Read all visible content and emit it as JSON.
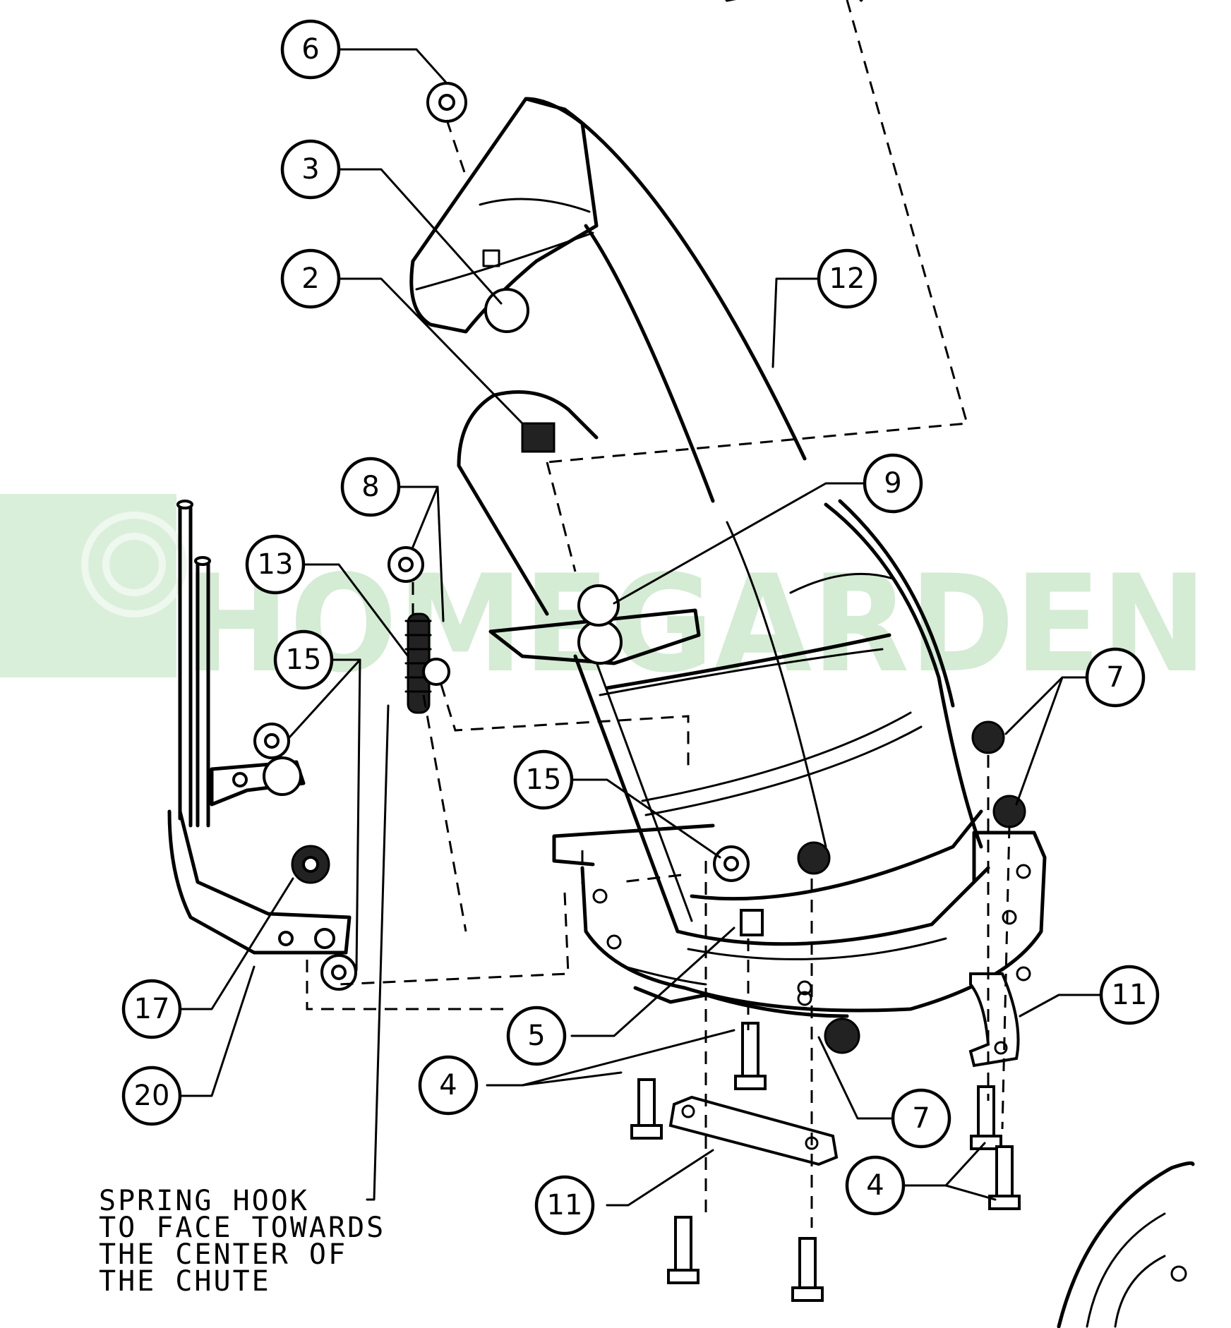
{
  "watermark": {
    "text": "HOMEGARDEN"
  },
  "callouts": [
    {
      "id": "c6",
      "label": "6"
    },
    {
      "id": "c3",
      "label": "3"
    },
    {
      "id": "c2",
      "label": "2"
    },
    {
      "id": "c12",
      "label": "12"
    },
    {
      "id": "c8",
      "label": "8"
    },
    {
      "id": "c9",
      "label": "9"
    },
    {
      "id": "c13",
      "label": "13"
    },
    {
      "id": "c15a",
      "label": "15"
    },
    {
      "id": "c7a",
      "label": "7"
    },
    {
      "id": "c15b",
      "label": "15"
    },
    {
      "id": "c17",
      "label": "17"
    },
    {
      "id": "c20",
      "label": "20"
    },
    {
      "id": "c5",
      "label": "5"
    },
    {
      "id": "c11a",
      "label": "11"
    },
    {
      "id": "c4a",
      "label": "4"
    },
    {
      "id": "c7b",
      "label": "7"
    },
    {
      "id": "c4b",
      "label": "4"
    },
    {
      "id": "c11b",
      "label": "11"
    }
  ],
  "note": {
    "lines": [
      "SPRING HOOK",
      "TO FACE TOWARDS",
      "THE CENTER OF",
      "THE CHUTE"
    ]
  }
}
